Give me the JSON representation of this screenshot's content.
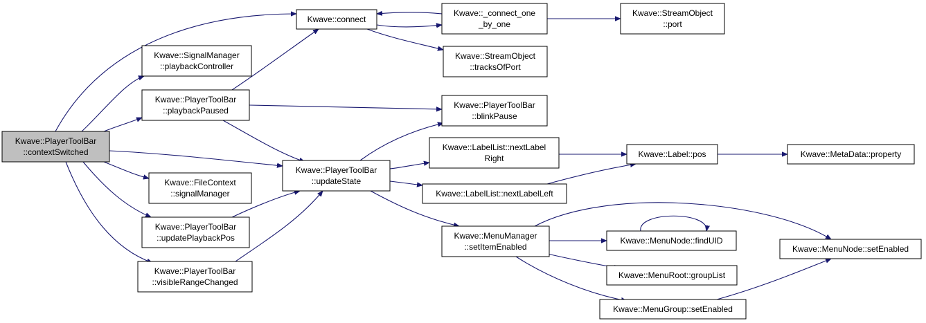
{
  "graph": {
    "nodes": [
      {
        "id": "contextSwitched",
        "lines": [
          "Kwave::PlayerToolBar",
          "::contextSwitched"
        ],
        "root": true
      },
      {
        "id": "connect",
        "lines": [
          "Kwave::connect"
        ]
      },
      {
        "id": "playbackController",
        "lines": [
          "Kwave::SignalManager",
          "::playbackController"
        ]
      },
      {
        "id": "playbackPaused",
        "lines": [
          "Kwave::PlayerToolBar",
          "::playbackPaused"
        ]
      },
      {
        "id": "signalManager",
        "lines": [
          "Kwave::FileContext",
          "::signalManager"
        ]
      },
      {
        "id": "updatePlaybackPos",
        "lines": [
          "Kwave::PlayerToolBar",
          "::updatePlaybackPos"
        ]
      },
      {
        "id": "visibleRangeChanged",
        "lines": [
          "Kwave::PlayerToolBar",
          "::visibleRangeChanged"
        ]
      },
      {
        "id": "updateState",
        "lines": [
          "Kwave::PlayerToolBar",
          "::updateState"
        ]
      },
      {
        "id": "connectOneByOne",
        "lines": [
          "Kwave::_connect_one",
          "_by_one"
        ]
      },
      {
        "id": "tracksOfPort",
        "lines": [
          "Kwave::StreamObject",
          "::tracksOfPort"
        ]
      },
      {
        "id": "port",
        "lines": [
          "Kwave::StreamObject",
          "::port"
        ]
      },
      {
        "id": "blinkPause",
        "lines": [
          "Kwave::PlayerToolBar",
          "::blinkPause"
        ]
      },
      {
        "id": "nextLabelRight",
        "lines": [
          "Kwave::LabelList::nextLabel",
          "Right"
        ]
      },
      {
        "id": "nextLabelLeft",
        "lines": [
          "Kwave::LabelList::nextLabelLeft"
        ]
      },
      {
        "id": "setItemEnabled",
        "lines": [
          "Kwave::MenuManager",
          "::setItemEnabled"
        ]
      },
      {
        "id": "labelPos",
        "lines": [
          "Kwave::Label::pos"
        ]
      },
      {
        "id": "metaProperty",
        "lines": [
          "Kwave::MetaData::property"
        ]
      },
      {
        "id": "findUID",
        "lines": [
          "Kwave::MenuNode::findUID"
        ]
      },
      {
        "id": "groupList",
        "lines": [
          "Kwave::MenuRoot::groupList"
        ]
      },
      {
        "id": "groupSetEnabled",
        "lines": [
          "Kwave::MenuGroup::setEnabled"
        ]
      },
      {
        "id": "nodeSetEnabled",
        "lines": [
          "Kwave::MenuNode::setEnabled"
        ]
      }
    ],
    "edges": [
      {
        "from": "contextSwitched",
        "to": "connect"
      },
      {
        "from": "contextSwitched",
        "to": "playbackController"
      },
      {
        "from": "contextSwitched",
        "to": "playbackPaused"
      },
      {
        "from": "contextSwitched",
        "to": "updateState"
      },
      {
        "from": "contextSwitched",
        "to": "signalManager"
      },
      {
        "from": "contextSwitched",
        "to": "updatePlaybackPos"
      },
      {
        "from": "contextSwitched",
        "to": "visibleRangeChanged"
      },
      {
        "from": "connect",
        "to": "connectOneByOne"
      },
      {
        "from": "connect",
        "to": "tracksOfPort"
      },
      {
        "from": "connectOneByOne",
        "to": "connect"
      },
      {
        "from": "connectOneByOne",
        "to": "port"
      },
      {
        "from": "playbackPaused",
        "to": "connect"
      },
      {
        "from": "playbackPaused",
        "to": "blinkPause"
      },
      {
        "from": "playbackPaused",
        "to": "updateState"
      },
      {
        "from": "updatePlaybackPos",
        "to": "updateState"
      },
      {
        "from": "visibleRangeChanged",
        "to": "updateState"
      },
      {
        "from": "updateState",
        "to": "blinkPause"
      },
      {
        "from": "updateState",
        "to": "nextLabelRight"
      },
      {
        "from": "updateState",
        "to": "nextLabelLeft"
      },
      {
        "from": "updateState",
        "to": "setItemEnabled"
      },
      {
        "from": "nextLabelRight",
        "to": "labelPos"
      },
      {
        "from": "nextLabelLeft",
        "to": "labelPos"
      },
      {
        "from": "labelPos",
        "to": "metaProperty"
      },
      {
        "from": "setItemEnabled",
        "to": "findUID"
      },
      {
        "from": "setItemEnabled",
        "to": "groupList"
      },
      {
        "from": "setItemEnabled",
        "to": "groupSetEnabled"
      },
      {
        "from": "setItemEnabled",
        "to": "nodeSetEnabled"
      },
      {
        "from": "findUID",
        "to": "findUID"
      },
      {
        "from": "groupSetEnabled",
        "to": "nodeSetEnabled"
      }
    ],
    "colors": {
      "edge": "#191970",
      "root_fill": "#bfbfbf",
      "node_fill": "#ffffff"
    }
  }
}
